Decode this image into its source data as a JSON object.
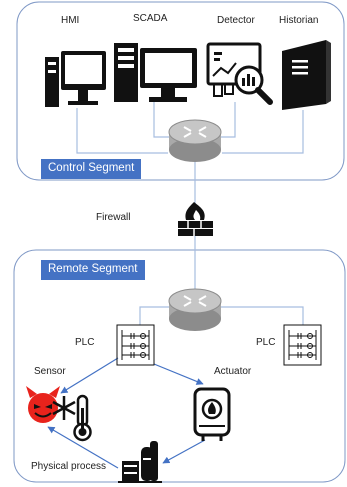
{
  "control_segment": {
    "title": "Control Segment",
    "devices": [
      {
        "label": "HMI",
        "icon": "monitor-tower-icon"
      },
      {
        "label": "SCADA",
        "icon": "server-monitor-icon"
      },
      {
        "label": "Detector",
        "icon": "analytics-magnifier-icon"
      },
      {
        "label": "Historian",
        "icon": "server-tower-icon"
      }
    ],
    "router_icon": "router-icon"
  },
  "firewall": {
    "label": "Firewall",
    "icon": "firewall-icon"
  },
  "remote_segment": {
    "title": "Remote Segment",
    "router_icon": "router-icon",
    "plc_left": {
      "label": "PLC",
      "icon": "plc-ladder-icon"
    },
    "plc_right": {
      "label": "PLC",
      "icon": "plc-ladder-icon"
    },
    "sensor": {
      "label": "Sensor",
      "icons": [
        "devil-face-icon",
        "thermometer-icon"
      ]
    },
    "actuator": {
      "label": "Actuator",
      "icon": "boiler-icon"
    },
    "physical_process": {
      "label": "Physical process",
      "icon": "factory-tanks-icon"
    }
  },
  "colors": {
    "segment_border": "#7f98c6",
    "link_line": "#a6bde0",
    "arrow": "#4472c4",
    "tag_fill": "#4472c4",
    "icon": "#111111",
    "devil": "#e8231c"
  }
}
